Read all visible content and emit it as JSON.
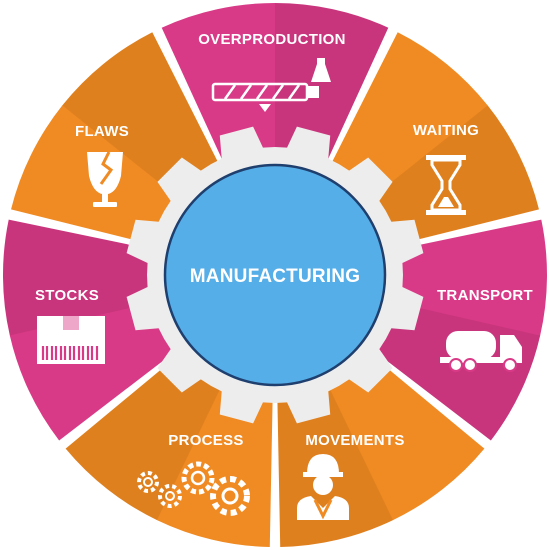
{
  "colors": {
    "orange": "#f08a22",
    "magenta": "#d93a87",
    "gear": "#ededed",
    "hub": "#55aee8",
    "hub_outline": "#1f3f6e",
    "icon": "#ffffff"
  },
  "center": {
    "label": "MANUFACTURING"
  },
  "segments": [
    {
      "label": "OVERPRODUCTION",
      "icon": "extruder-icon",
      "color": "magenta"
    },
    {
      "label": "WAITING",
      "icon": "hourglass-icon",
      "color": "orange"
    },
    {
      "label": "TRANSPORT",
      "icon": "truck-icon",
      "color": "magenta"
    },
    {
      "label": "MOVEMENTS",
      "icon": "worker-icon",
      "color": "orange"
    },
    {
      "label": "PROCESS",
      "icon": "gears-icon",
      "color": "orange"
    },
    {
      "label": "STOCKS",
      "icon": "barcode-box-icon",
      "color": "magenta"
    },
    {
      "label": "FLAWS",
      "icon": "broken-glass-icon",
      "color": "orange"
    }
  ]
}
